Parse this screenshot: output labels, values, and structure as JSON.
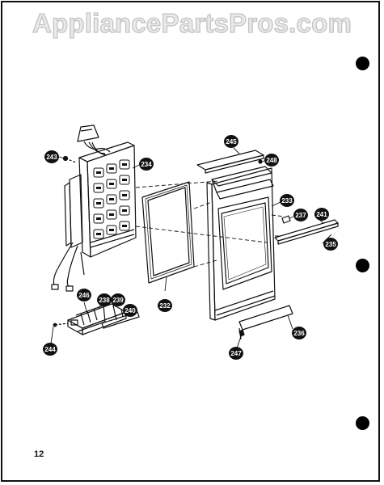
{
  "watermark": "AppliancePartsPros.com",
  "page_number": "12",
  "part_labels": [
    "243",
    "234",
    "245",
    "248",
    "233",
    "237",
    "241",
    "235",
    "232",
    "246",
    "238",
    "239",
    "240",
    "244",
    "247",
    "236"
  ]
}
